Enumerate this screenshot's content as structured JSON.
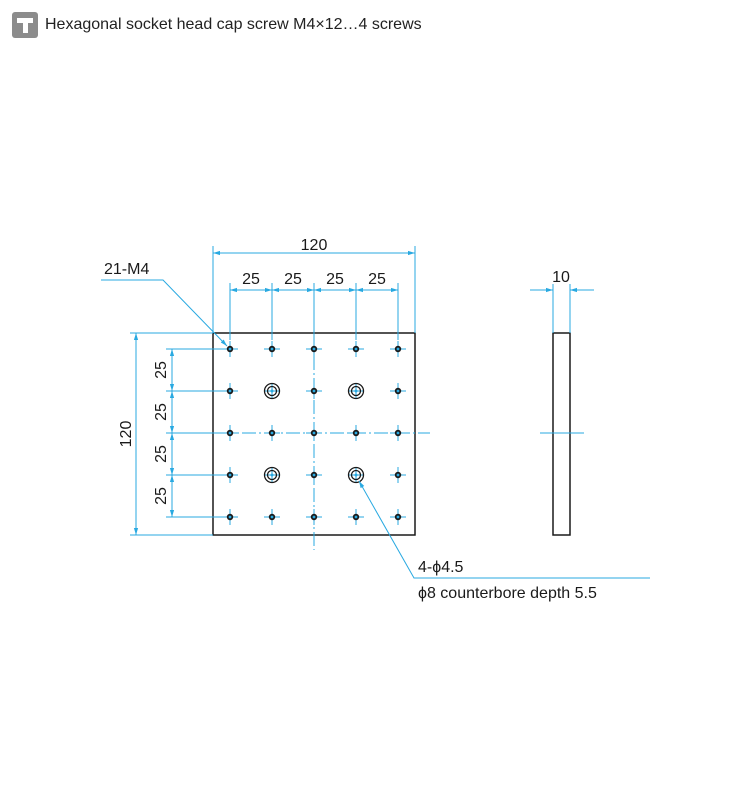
{
  "header": {
    "icon": "screw-icon",
    "text": "Hexagonal socket head cap screw M4×12…4 screws"
  },
  "colors": {
    "outline": "#1a1a1a",
    "dimension": "#29a9e1",
    "header_icon": "#8c8c8c"
  },
  "drawing": {
    "labels": {
      "overall_width": "120",
      "overall_height": "120",
      "pitch": "25",
      "thickness": "10",
      "tapped_holes": "21-M4",
      "cbore_count": "4-ϕ4.5",
      "cbore_detail": "ϕ8 counterbore depth 5.5"
    }
  }
}
